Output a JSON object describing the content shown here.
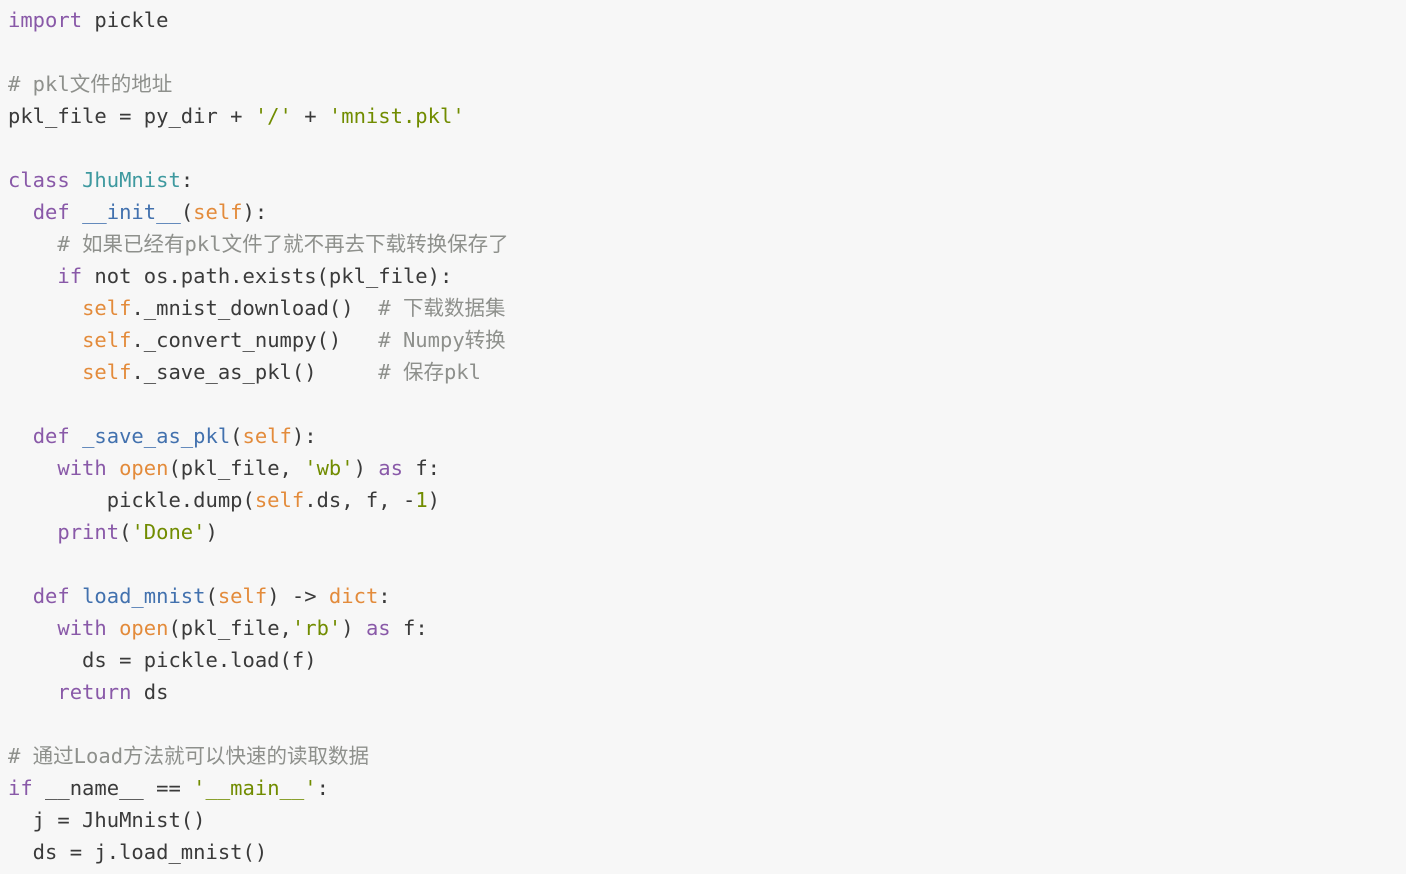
{
  "code": {
    "language": "python",
    "colors": {
      "background": "#f7f7f7",
      "keyword": "#8959a8",
      "class_name": "#3e999f",
      "function_name": "#4271ae",
      "self_builtin": "#e38b3b",
      "string_number": "#718c00",
      "comment": "#8e908c",
      "plain": "#3a3a3a"
    },
    "lines": [
      [
        {
          "t": "kw",
          "v": "import"
        },
        {
          "t": "pl",
          "v": " pickle"
        }
      ],
      [],
      [
        {
          "t": "cm",
          "v": "# pkl文件的地址"
        }
      ],
      [
        {
          "t": "pl",
          "v": "pkl_file = py_dir + "
        },
        {
          "t": "str",
          "v": "'/'"
        },
        {
          "t": "pl",
          "v": " + "
        },
        {
          "t": "str",
          "v": "'mnist.pkl'"
        }
      ],
      [],
      [
        {
          "t": "kw",
          "v": "class"
        },
        {
          "t": "pl",
          "v": " "
        },
        {
          "t": "cls",
          "v": "JhuMnist"
        },
        {
          "t": "pl",
          "v": ":"
        }
      ],
      [
        {
          "t": "pl",
          "v": "  "
        },
        {
          "t": "kw",
          "v": "def"
        },
        {
          "t": "pl",
          "v": " "
        },
        {
          "t": "fn",
          "v": "__init__"
        },
        {
          "t": "pl",
          "v": "("
        },
        {
          "t": "self",
          "v": "self"
        },
        {
          "t": "pl",
          "v": "):"
        }
      ],
      [
        {
          "t": "pl",
          "v": "    "
        },
        {
          "t": "cm",
          "v": "# 如果已经有pkl文件了就不再去下载转换保存了"
        }
      ],
      [
        {
          "t": "pl",
          "v": "    "
        },
        {
          "t": "kw",
          "v": "if"
        },
        {
          "t": "pl",
          "v": " not os.path.exists(pkl_file):"
        }
      ],
      [
        {
          "t": "pl",
          "v": "      "
        },
        {
          "t": "self",
          "v": "self"
        },
        {
          "t": "pl",
          "v": "._mnist_download()  "
        },
        {
          "t": "cm",
          "v": "# 下载数据集"
        }
      ],
      [
        {
          "t": "pl",
          "v": "      "
        },
        {
          "t": "self",
          "v": "self"
        },
        {
          "t": "pl",
          "v": "._convert_numpy()   "
        },
        {
          "t": "cm",
          "v": "# Numpy转换"
        }
      ],
      [
        {
          "t": "pl",
          "v": "      "
        },
        {
          "t": "self",
          "v": "self"
        },
        {
          "t": "pl",
          "v": "._save_as_pkl()     "
        },
        {
          "t": "cm",
          "v": "# 保存pkl"
        }
      ],
      [],
      [
        {
          "t": "pl",
          "v": "  "
        },
        {
          "t": "kw",
          "v": "def"
        },
        {
          "t": "pl",
          "v": " "
        },
        {
          "t": "fn",
          "v": "_save_as_pkl"
        },
        {
          "t": "pl",
          "v": "("
        },
        {
          "t": "self",
          "v": "self"
        },
        {
          "t": "pl",
          "v": "):"
        }
      ],
      [
        {
          "t": "pl",
          "v": "    "
        },
        {
          "t": "kw",
          "v": "with"
        },
        {
          "t": "pl",
          "v": " "
        },
        {
          "t": "bi",
          "v": "open"
        },
        {
          "t": "pl",
          "v": "(pkl_file, "
        },
        {
          "t": "str",
          "v": "'wb'"
        },
        {
          "t": "pl",
          "v": ") "
        },
        {
          "t": "kw",
          "v": "as"
        },
        {
          "t": "pl",
          "v": " f:"
        }
      ],
      [
        {
          "t": "pl",
          "v": "        pickle.dump("
        },
        {
          "t": "self",
          "v": "self"
        },
        {
          "t": "pl",
          "v": ".ds, f, -"
        },
        {
          "t": "num",
          "v": "1"
        },
        {
          "t": "pl",
          "v": ")"
        }
      ],
      [
        {
          "t": "pl",
          "v": "    "
        },
        {
          "t": "kw",
          "v": "print"
        },
        {
          "t": "pl",
          "v": "("
        },
        {
          "t": "str",
          "v": "'Done'"
        },
        {
          "t": "pl",
          "v": ")"
        }
      ],
      [],
      [
        {
          "t": "pl",
          "v": "  "
        },
        {
          "t": "kw",
          "v": "def"
        },
        {
          "t": "pl",
          "v": " "
        },
        {
          "t": "fn",
          "v": "load_mnist"
        },
        {
          "t": "pl",
          "v": "("
        },
        {
          "t": "self",
          "v": "self"
        },
        {
          "t": "pl",
          "v": ") -> "
        },
        {
          "t": "bi",
          "v": "dict"
        },
        {
          "t": "pl",
          "v": ":"
        }
      ],
      [
        {
          "t": "pl",
          "v": "    "
        },
        {
          "t": "kw",
          "v": "with"
        },
        {
          "t": "pl",
          "v": " "
        },
        {
          "t": "bi",
          "v": "open"
        },
        {
          "t": "pl",
          "v": "(pkl_file,"
        },
        {
          "t": "str",
          "v": "'rb'"
        },
        {
          "t": "pl",
          "v": ") "
        },
        {
          "t": "kw",
          "v": "as"
        },
        {
          "t": "pl",
          "v": " f:"
        }
      ],
      [
        {
          "t": "pl",
          "v": "      ds = pickle.load(f)"
        }
      ],
      [
        {
          "t": "pl",
          "v": "    "
        },
        {
          "t": "kw",
          "v": "return"
        },
        {
          "t": "pl",
          "v": " ds"
        }
      ],
      [],
      [
        {
          "t": "cm",
          "v": "# 通过Load方法就可以快速的读取数据"
        }
      ],
      [
        {
          "t": "kw",
          "v": "if"
        },
        {
          "t": "pl",
          "v": " __name__ == "
        },
        {
          "t": "str",
          "v": "'__main__'"
        },
        {
          "t": "pl",
          "v": ":"
        }
      ],
      [
        {
          "t": "pl",
          "v": "  j = JhuMnist()"
        }
      ],
      [
        {
          "t": "pl",
          "v": "  ds = j.load_mnist()"
        }
      ]
    ]
  }
}
